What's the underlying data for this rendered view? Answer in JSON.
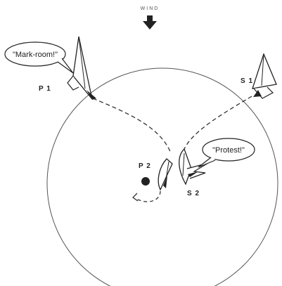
{
  "wind": {
    "label": "WIND",
    "icon": "down-arrow-icon"
  },
  "boats": [
    {
      "id": "P1",
      "label": "P 1"
    },
    {
      "id": "S1",
      "label": "S 1"
    },
    {
      "id": "P2",
      "label": "P 2"
    },
    {
      "id": "S2",
      "label": "S 2"
    }
  ],
  "callouts": [
    {
      "speaker": "P1",
      "text": "\"Mark-room!\""
    },
    {
      "speaker": "S2",
      "text": "\"Protest!\""
    }
  ],
  "colors": {
    "ink": "#222222",
    "background": "#ffffff"
  }
}
